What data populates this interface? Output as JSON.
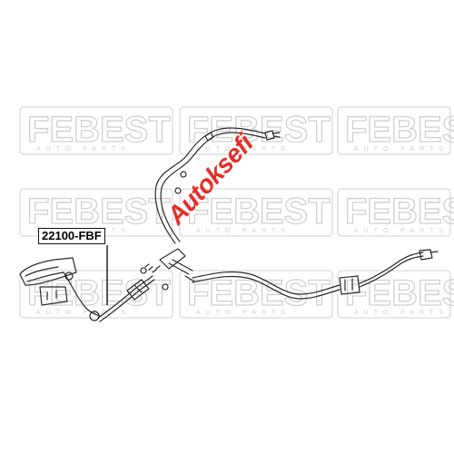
{
  "part_number": "22100-FBF",
  "watermark": {
    "brand": "FEBEST",
    "tagline": "AUTO PARTS"
  },
  "overlay_brand": "Autoksefi",
  "colors": {
    "watermark": "#d9d9d9",
    "line": "#2a2a2a",
    "overlay": "#e52d28"
  }
}
